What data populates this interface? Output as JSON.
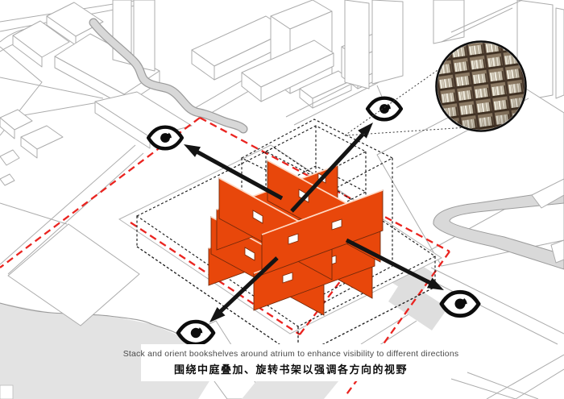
{
  "diagram": {
    "caption_en": "Stack and orient bookshelves around atrium to enhance visibility to different directions",
    "caption_zh": "围绕中庭叠加、旋转书架以强调各方向的视野",
    "colors": {
      "shelf_orange": "#E8470B",
      "boundary_red": "#EA2420",
      "arrow_black": "#141414",
      "linework_gray": "#ACACAC",
      "ground_gray": "#E3E3E3"
    },
    "elements": {
      "eye_icon_count": 4,
      "view_arrow_count": 4,
      "inset": "bookshelf-photo-circle"
    }
  }
}
